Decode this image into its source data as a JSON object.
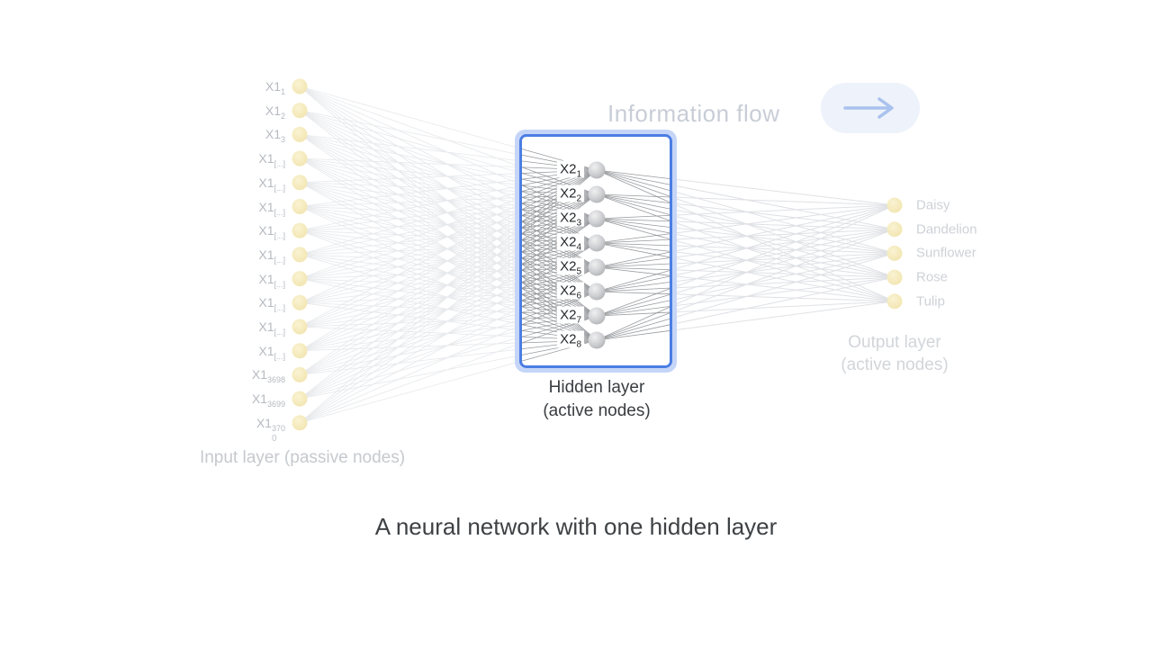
{
  "title_caption": "A neural network with one hidden layer",
  "information_flow": {
    "label": "Information flow",
    "icon": "arrow-right-icon"
  },
  "input_layer": {
    "caption": "Input layer (passive nodes)",
    "node_base": "X1",
    "node_subscripts": [
      "1",
      "2",
      "3",
      "[...]",
      "[...]",
      "[...]",
      "[...]",
      "[...]",
      "[...]",
      "[...]",
      "[...]",
      "[...]",
      "3698",
      "3699",
      "3700"
    ],
    "last_subscript_wrap": {
      "line1": "370",
      "line2": "0"
    }
  },
  "hidden_layer": {
    "caption_line1": "Hidden layer",
    "caption_line2": "(active nodes)",
    "node_base": "X2",
    "node_subscripts": [
      "1",
      "2",
      "3",
      "4",
      "5",
      "6",
      "7",
      "8"
    ]
  },
  "output_layer": {
    "caption_line1": "Output layer",
    "caption_line2": "(active nodes)",
    "node_labels": [
      "Daisy",
      "Dandelion",
      "Sunflower",
      "Rose",
      "Tulip"
    ]
  },
  "colors": {
    "accent_blue": "#4b7ee3",
    "box_glow": "#c5d5f8",
    "node_yellow_center": "#faf3d3",
    "node_yellow_edge": "#f2e5b0",
    "node_gray_center": "#f0f0f1",
    "node_gray_edge": "#b4b6b9",
    "line_light": "#e7e9ec",
    "line_medium": "#dfe1e5",
    "line_dark": "#8d9094",
    "text_dark": "#3c4043",
    "text_light": "#c6cad0",
    "arrow_blue": "#a9c2ee",
    "pill_bg": "#eef2fa"
  }
}
